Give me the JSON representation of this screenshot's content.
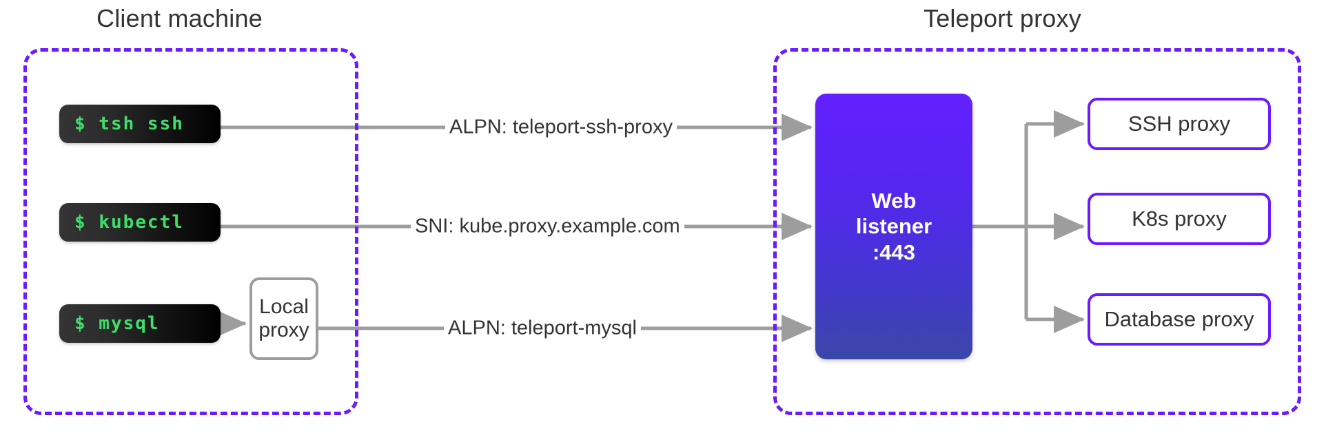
{
  "groups": {
    "client": {
      "title": "Client machine"
    },
    "proxy": {
      "title": "Teleport proxy"
    }
  },
  "terminals": [
    {
      "id": "tsh",
      "text": "$ tsh ssh"
    },
    {
      "id": "kubectl",
      "text": "$ kubectl"
    },
    {
      "id": "mysql",
      "text": "$ mysql"
    }
  ],
  "local_proxy": {
    "line1": "Local",
    "line2": "proxy"
  },
  "web_listener": {
    "line1": "Web",
    "line2": "listener",
    "line3": ":443"
  },
  "connections": [
    {
      "id": "ssh",
      "label": "ALPN: teleport-ssh-proxy"
    },
    {
      "id": "kube",
      "label": "SNI: kube.proxy.example.com"
    },
    {
      "id": "mysql",
      "label": "ALPN: teleport-mysql"
    }
  ],
  "proxy_services": [
    {
      "id": "ssh",
      "label": "SSH proxy"
    },
    {
      "id": "k8s",
      "label": "K8s proxy"
    },
    {
      "id": "db",
      "label": "Database proxy"
    }
  ],
  "colors": {
    "accent_purple": "#6B1BFF",
    "listener_top": "#6320FF",
    "listener_bottom": "#3A47A8",
    "terminal_text_green": "#3EE06A",
    "wire_gray": "#9d9d9d",
    "text_dark": "#333333",
    "background": "#ffffff"
  }
}
